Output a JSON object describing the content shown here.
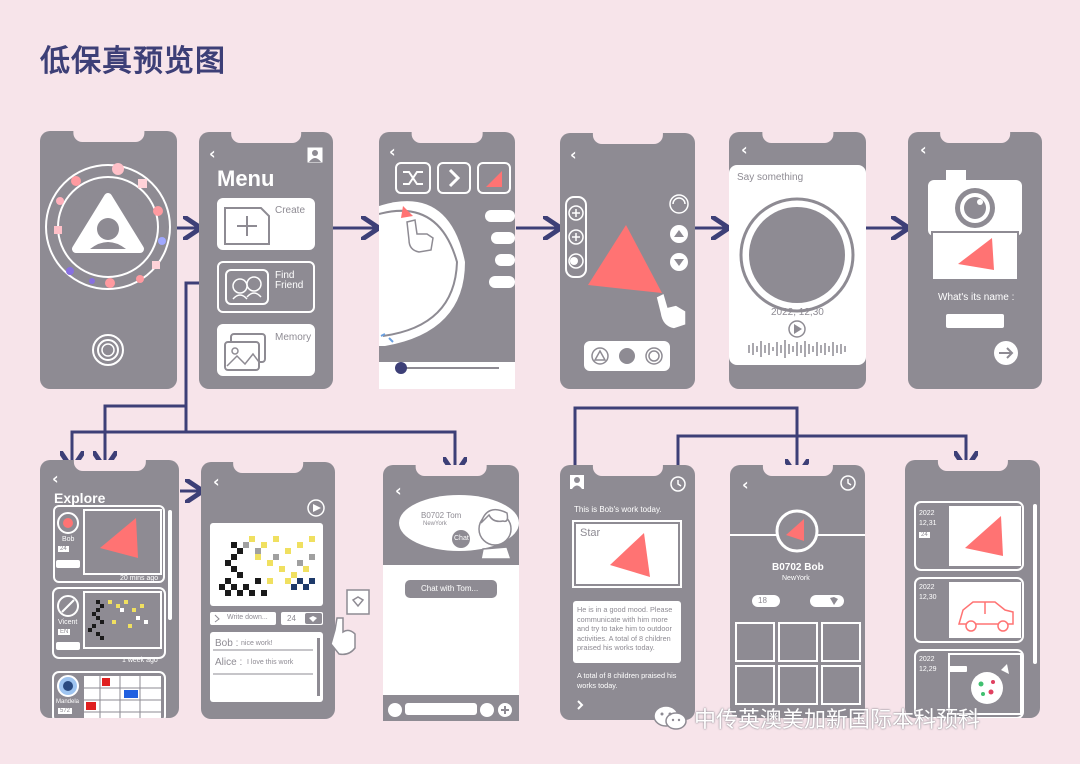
{
  "page_title": "低保真预览图",
  "screens": {
    "menu": {
      "title": "Menu",
      "create": "Create",
      "find_friend": "Find Friend",
      "memory": "Memory"
    },
    "record": {
      "say_something": "Say something",
      "date": "2022, 12,30"
    },
    "naming": {
      "question": "What's its name :"
    },
    "explore": {
      "title": "Explore",
      "post1_name": "Bob",
      "post1_time": "20 mins ago",
      "post2_name": "Vicent",
      "post2_time": "1 week ago",
      "post3_name": "Mandela",
      "post3_count": "572",
      "post1_count": "24",
      "post2_count": "EN"
    },
    "detail": {
      "write_placeholder": "Write down...",
      "likes": "24",
      "comment1_user": "Bob :",
      "comment1_text": "nice work!",
      "comment2_user": "Alice :",
      "comment2_text": "I love this work"
    },
    "chat": {
      "user": "B0702 Tom",
      "location": "NewYork",
      "chat_btn": "Chat",
      "chat_with": "Chat with Tom..."
    },
    "bob_work": {
      "intro": "This is Bob's work today.",
      "name": "Star",
      "desc": "He is in a good mood. Please communicate with him more and try to take him to outdoor activities. A total of 8 children praised his works today.",
      "footer": "A total of 8 children praised his works today."
    },
    "profile": {
      "user": "B0702 Bob",
      "location": "NewYork",
      "count": "18"
    },
    "history": {
      "d1_year": "2022",
      "d1_day": "12,31",
      "d2_year": "2022",
      "d2_day": "12,30",
      "d3_year": "2022",
      "d3_day": "12,29",
      "d1_count": "24"
    }
  },
  "watermark": "中传英澳美加新国际本科预科",
  "colors": {
    "bg": "#f7e4ea",
    "phone": "#8e8b93",
    "accent": "#ff7373",
    "arrow": "#3d3f77"
  }
}
